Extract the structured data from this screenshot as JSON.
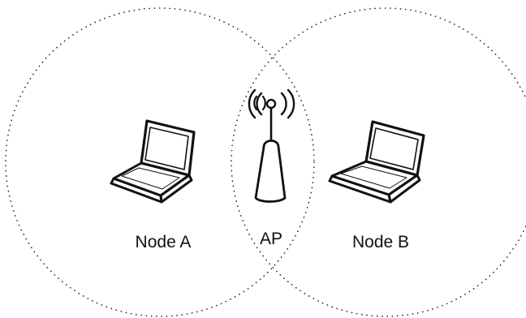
{
  "nodes": {
    "node_a": {
      "label": "Node A",
      "icon": "laptop-icon"
    },
    "access_point": {
      "label": "AP",
      "icon": "wireless-access-point-icon"
    },
    "node_b": {
      "label": "Node B",
      "icon": "laptop-icon"
    }
  },
  "ranges": {
    "node_a_range": {
      "style": "dotted"
    },
    "node_b_range": {
      "style": "dotted"
    }
  },
  "colors": {
    "stroke": "#111111",
    "background": "#ffffff"
  }
}
